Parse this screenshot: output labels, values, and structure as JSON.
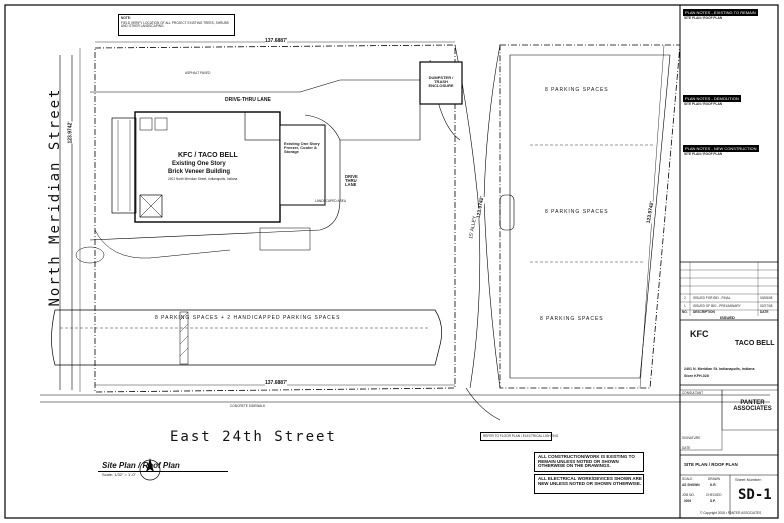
{
  "streets": {
    "north": "North Meridian Street",
    "south": "East 24th Street",
    "alley": "15' ALLEY"
  },
  "dimensions": {
    "top": "137.6887'",
    "bottom": "137.6887'",
    "left": "123.9742'",
    "alley_left": "123.9742'",
    "right": "123.9742'"
  },
  "building": {
    "name": "KFC / TACO BELL",
    "desc1": "Existing One Story",
    "desc2": "Brick Veneer Building",
    "address": "2401 North Meridian Street, Indianapolis, Indiana",
    "existing_label": "Existing One Story Freezer, Cooler & Storage"
  },
  "labels": {
    "drive_thru_top": "DRIVE-THRU LANE",
    "drive_thru_side": "DRIVE THRU LANE",
    "dumpster": "DUMPSTER / TRASH ENCLOSURE",
    "parking_top_right": "8 PARKING SPACES",
    "parking_mid_right": "8 PARKING SPACES",
    "parking_lower_right": "8 PARKING SPACES",
    "parking_bottom": "8 PARKING SPACES + 2 HANDICAPPED PARKING SPACES",
    "asphalt_paved": "ASPHALT PAVED",
    "concrete_sidewalk": "CONCRETE SIDEWALK",
    "landscaped_area": "LANDSCAPED AREA"
  },
  "top_note": {
    "title": "NOTE:",
    "body": "FIELD VERIFY LOCATION OF ALL PROJECT EXISTING TREES, SHRUBS AND OTHER LANDSCAPING."
  },
  "plan_title": {
    "title": "Site Plan / Roof Plan",
    "scale": "Scale: 1/32\" = 1'-0\""
  },
  "bottom_notes": [
    "ALL CONSTRUCTION/WORK IS EXISTING TO REMAIN UNLESS NOTED OR SHOWN OTHERWISE ON THE DRAWINGS.",
    "ALL ELECTRICAL WORK/DEVICES SHOWN ARE NEW UNLESS NOTED OR SHOWN OTHERWISE."
  ],
  "ref_note": "REFER TO FLOOR PLAN / ELECTRICAL LIGHTING",
  "title_block": {
    "section1": "PLAN NOTES - EXISTING TO REMAIN",
    "section1b": "SITE PLAN / ROOF PLAN",
    "section2": "PLAN NOTES - DEMOLITION",
    "section2b": "SITE PLAN / ROOF PLAN",
    "section3": "PLAN NOTES - NEW CONSTRUCTION",
    "section3b": "SITE PLAN / ROOF PLAN",
    "revisions": [
      {
        "no": "2",
        "desc": "ISSUED FOR BID - FINAL",
        "date": "03/08/08"
      },
      {
        "no": "1",
        "desc": "ISSUED OF BID - PRELIMINARY",
        "date": "02/27/08"
      }
    ],
    "rev_headers": {
      "no": "NO.",
      "desc": "DESCRIPTION",
      "date": "DATE"
    },
    "issued": "ISSUED",
    "project_address": "2401 N. Meridian St. Indianapolis, Indiana",
    "store": "Store KFH-028",
    "client_logo_1": "KFC",
    "client_logo_2": "TACO BELL",
    "architect": "PANTER ASSOCIATES",
    "consultant_label": "CONSULTANT",
    "signature_label": "SIGNATURE",
    "date_label": "DATE",
    "sheet_title": "SITE PLAN / ROOF PLAN",
    "scale_label": "SCALE",
    "scale_value": "AS SHOWN",
    "drawn_label": "DRAWN",
    "drawn_value": "K.R.",
    "job_label": "JOB NO.",
    "job_value": "0209",
    "checked_label": "CHECKED",
    "checked_value": "S.P.",
    "sheet_number_label": "Sheet Number:",
    "sheet_number": "SD-1",
    "copyright": "© Copyright 2008 • PANTER ASSOCIATES"
  }
}
